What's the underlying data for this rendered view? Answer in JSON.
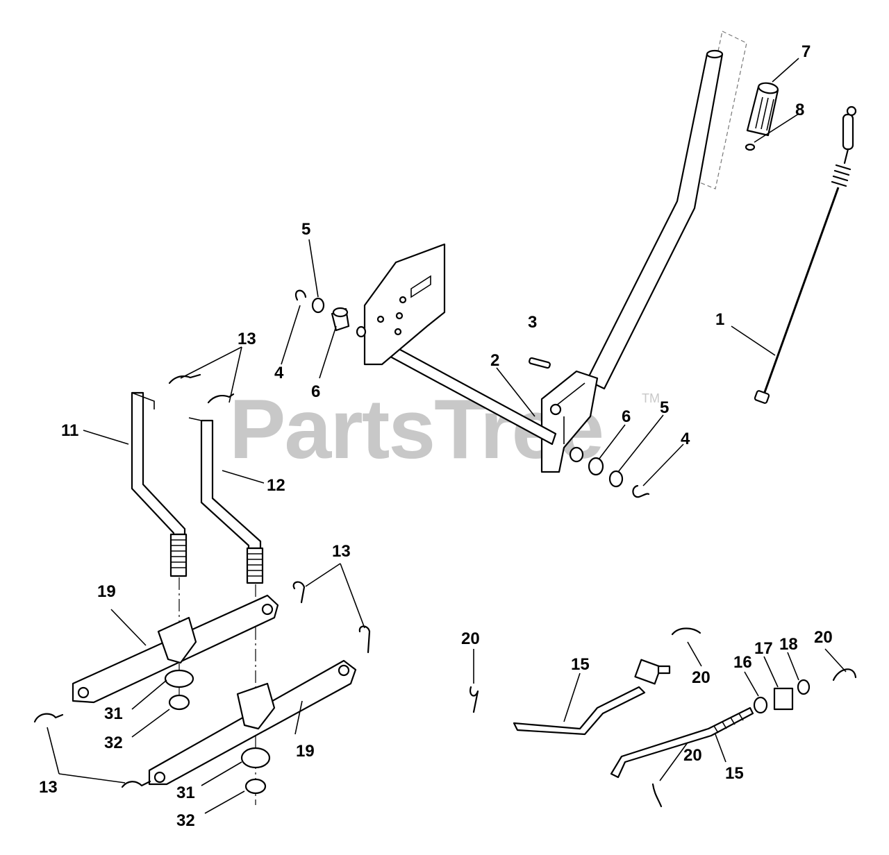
{
  "watermark": {
    "text": "PartsTree",
    "tm": "TM",
    "color": "#c8c8c8"
  },
  "callouts": {
    "c1": "1",
    "c2": "2",
    "c3": "3",
    "c4a": "4",
    "c4b": "4",
    "c5a": "5",
    "c5b": "5",
    "c6a": "6",
    "c6b": "6",
    "c7": "7",
    "c8": "8",
    "c11": "11",
    "c12": "12",
    "c13a": "13",
    "c13b": "13",
    "c13c": "13",
    "c15a": "15",
    "c15b": "15",
    "c16": "16",
    "c17": "17",
    "c18": "18",
    "c19a": "19",
    "c19b": "19",
    "c20a": "20",
    "c20b": "20",
    "c20c": "20",
    "c20d": "20",
    "c31a": "31",
    "c31b": "31",
    "c32a": "32",
    "c32b": "32"
  }
}
